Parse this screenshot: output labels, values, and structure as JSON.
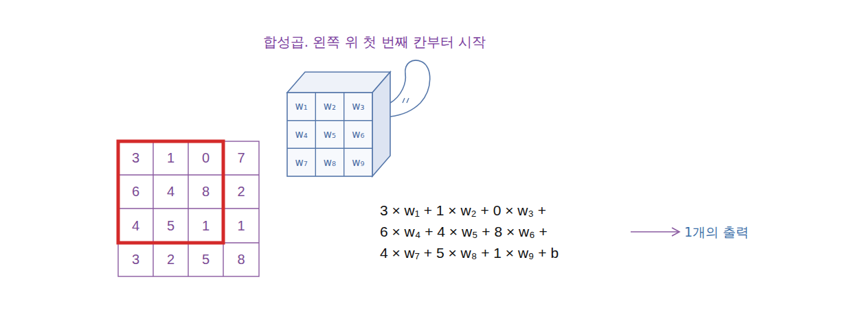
{
  "diagram": {
    "title": "합성곱. 왼쪽 위 첫 번째 칸부터 시작",
    "labels": [
      "3",
      "1",
      "0",
      "7",
      "6",
      "4",
      "8",
      "2",
      "4",
      "5",
      "1",
      "1",
      "3",
      "2",
      "5",
      "8",
      "w₁",
      "w₂",
      "w₃",
      "w₄",
      "w₅",
      "w₆",
      "w₇",
      "w₈",
      "w₉",
      "3 × w₁ + 1 × w₂ + 0 × w₃ +",
      "6 × w₄ + 4 × w₅ + 8 × w₆ +",
      "4 × w₇ + 5 × w₈ + 1 × w₉ + b",
      "1개의 출력"
    ]
  }
}
